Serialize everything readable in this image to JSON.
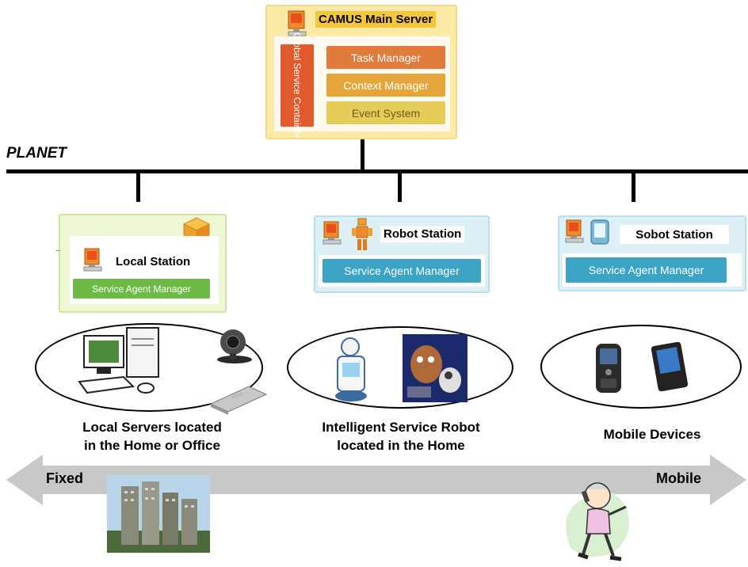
{
  "main_server": {
    "title": "CAMUS Main Server",
    "container_label": "Global Service Container",
    "modules": [
      {
        "label": "Task Manager",
        "color": "#e07b3c"
      },
      {
        "label": "Context Manager",
        "color": "#e4a63a"
      },
      {
        "label": "Event System",
        "color": "#e6cd5a"
      }
    ]
  },
  "bus": {
    "label": "PLANET"
  },
  "stations": [
    {
      "name": "Local Station",
      "agent_manager": "Service Agent Manager",
      "accent": "#6dbb45"
    },
    {
      "name": "Robot Station",
      "agent_manager": "Service Agent Manager",
      "accent": "#3ba3c4"
    },
    {
      "name": "Sobot Station",
      "agent_manager": "Service Agent Manager",
      "accent": "#3ba3c4"
    }
  ],
  "device_groups": [
    {
      "caption_line1": "Local Servers located",
      "caption_line2": "in the Home or Office"
    },
    {
      "caption_line1": "Intelligent Service Robot",
      "caption_line2": "located in the Home"
    },
    {
      "caption_line1": "Mobile Devices",
      "caption_line2": ""
    }
  ],
  "mobility_axis": {
    "left_label": "Fixed",
    "right_label": "Mobile",
    "color": "#c8c8c8"
  }
}
